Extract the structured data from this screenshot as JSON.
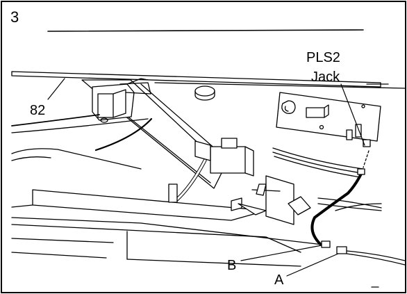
{
  "figure": {
    "step_number": "3",
    "callouts": {
      "part_number": "82",
      "jack_label_line1": "PLS2",
      "jack_label_line2": "Jack",
      "wire_b": "B",
      "wire_a": "A"
    }
  },
  "colors": {
    "line": "#000000",
    "background": "#ffffff"
  }
}
